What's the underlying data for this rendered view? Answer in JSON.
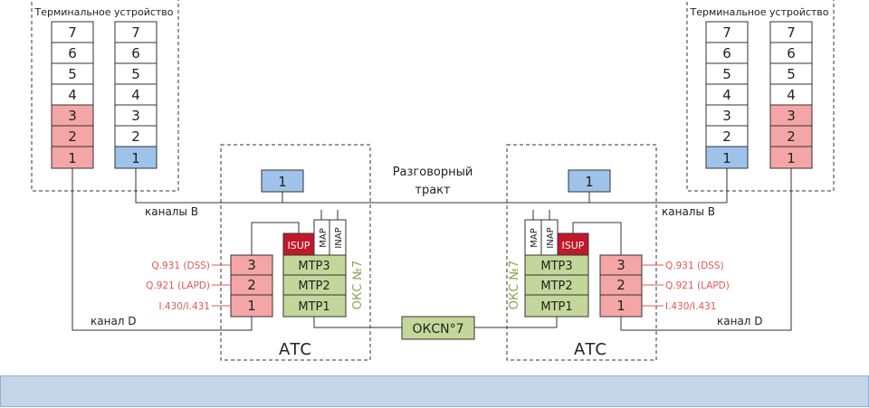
{
  "terminal_label": "Терминальное устройство",
  "stack_left": [
    "7",
    "6",
    "5",
    "4",
    "3",
    "2",
    "1"
  ],
  "stack_right": [
    "7",
    "6",
    "5",
    "4",
    "3",
    "2",
    "1"
  ],
  "talk_path_line1": "Разговорный",
  "talk_path_line2": "тракт",
  "channels_b": "каналы В",
  "channel_d": "канал D",
  "ate_label": "АТС",
  "oks7_vertical": "ОКС №7",
  "oks7_link": "ОКСN°7",
  "isup": "ISUP",
  "map": "MAP",
  "inap": "INAP",
  "mtp": [
    "MTP3",
    "MTP2",
    "MTP1"
  ],
  "dss_layers": [
    "3",
    "2",
    "1"
  ],
  "protocols": [
    "Q.931 (DSS)",
    "Q.921 (LAPD)",
    "I.430/I.431"
  ],
  "switch_cell": "1",
  "colors": {
    "red_fill": "#f4a6a6",
    "blue_fill": "#9dc3ea",
    "green_fill": "#c4d79b",
    "isup_fill": "#c0192b",
    "accent_red": "#e05757",
    "accent_green": "#8aa552",
    "bar_fill": "#c5d5e8"
  }
}
